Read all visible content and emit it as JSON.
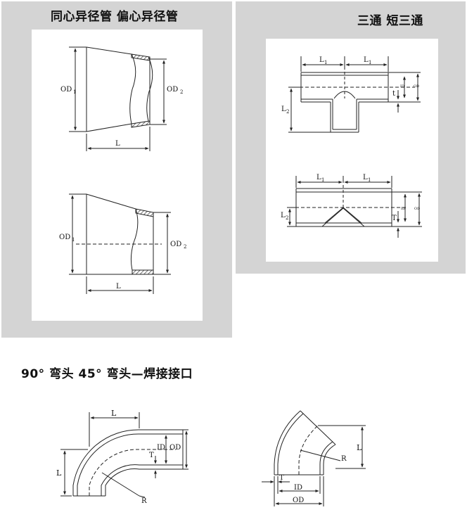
{
  "sections": {
    "reducers": {
      "title": "同心异径管 偏心异径管"
    },
    "tees": {
      "title": "三通  短三通"
    },
    "elbows": {
      "title": "90° 弯头 45° 弯头—焊接接口"
    }
  },
  "labels": {
    "od1": "OD",
    "od1_sub": "1",
    "od2": "OD",
    "od2_sub": "2",
    "l": "L",
    "l1": "L",
    "l1_sub": "1",
    "l2": "L",
    "l2_sub": "2",
    "t_lower": "t",
    "t_upper": "T",
    "id": "ID",
    "od": "OD",
    "r": "R"
  },
  "colors": {
    "panel": "#d4d4d4",
    "line": "#222222",
    "hatch": "#555555"
  }
}
